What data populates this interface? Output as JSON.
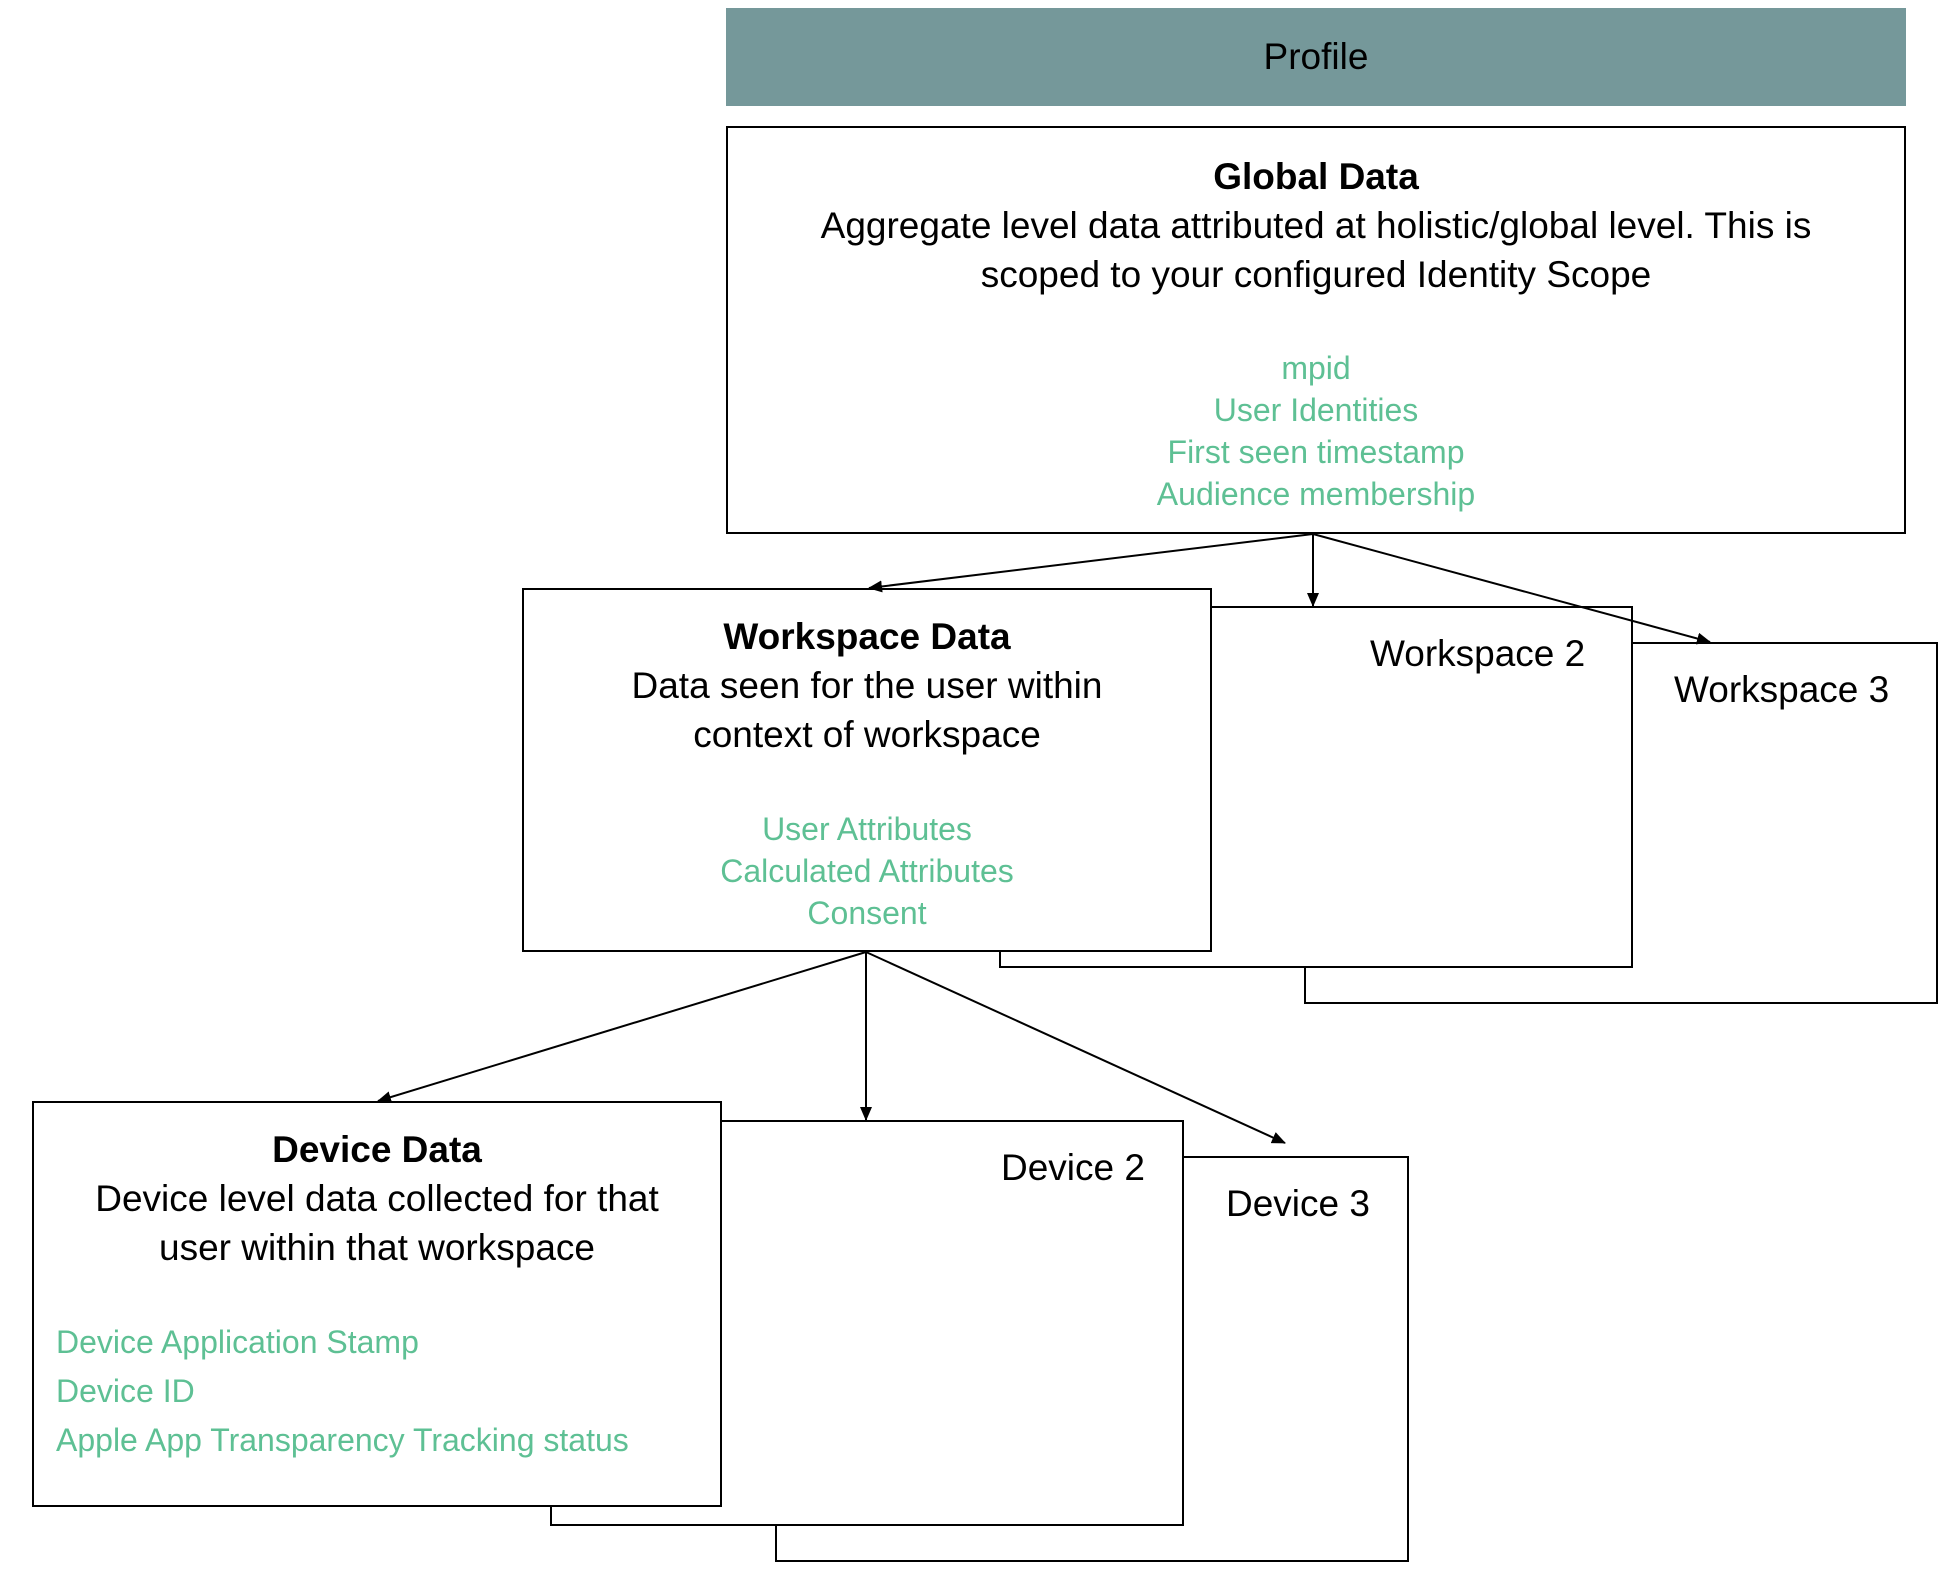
{
  "profile": {
    "header": "Profile"
  },
  "global": {
    "title": "Global Data",
    "description_lines": [
      "Aggregate level data attributed at holistic/global level. This is",
      "scoped to your configured Identity Scope"
    ],
    "fields": [
      "mpid",
      "User Identities",
      "First seen timestamp",
      "Audience membership"
    ]
  },
  "workspace": {
    "title": "Workspace Data",
    "description_lines": [
      "Data seen for the user within",
      "context of workspace"
    ],
    "fields": [
      "User Attributes",
      "Calculated Attributes",
      "Consent"
    ],
    "others": [
      "Workspace 2",
      "Workspace 3"
    ]
  },
  "device": {
    "title": "Device Data",
    "description_lines": [
      "Device level data collected for that",
      "user within that workspace"
    ],
    "fields": [
      "Device Application Stamp",
      "Device ID",
      "Apple App Transparency Tracking status"
    ],
    "others": [
      "Device 2",
      "Device 3"
    ]
  },
  "colors": {
    "header_bg": "#75989a",
    "field_text": "#5ec094",
    "border": "#000000"
  }
}
